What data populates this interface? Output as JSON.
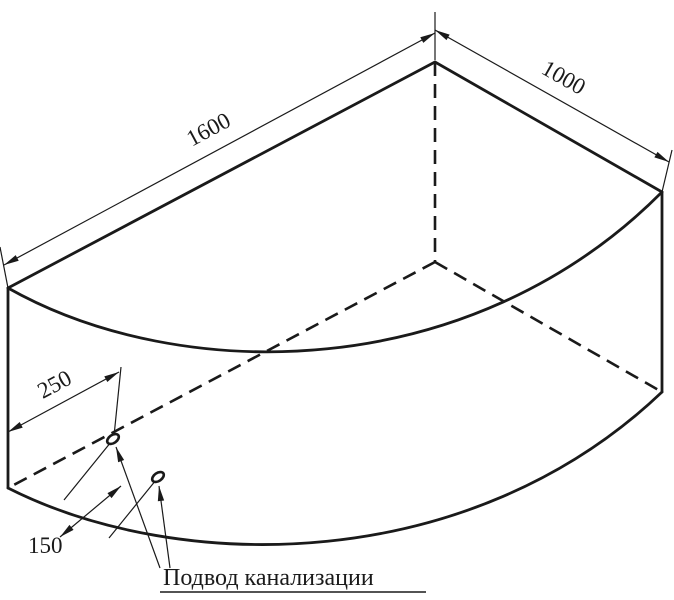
{
  "drawing": {
    "label_sewage": "Подвод канализации",
    "dim_length": "1600",
    "dim_width": "1000",
    "dim_drain_offset": "250",
    "dim_drain_spacing": "150"
  },
  "colors": {
    "line": "#1a1a1a",
    "background": "#ffffff"
  }
}
